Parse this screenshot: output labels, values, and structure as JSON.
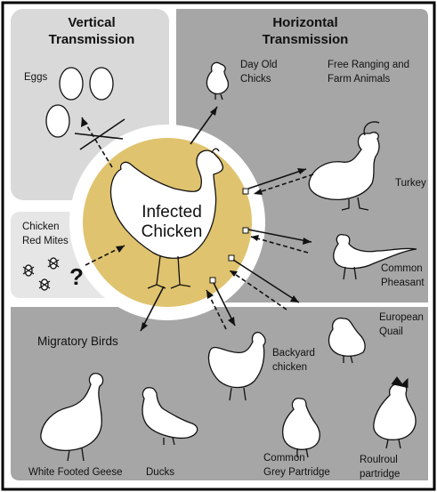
{
  "panels": {
    "vertical": {
      "title_line1": "Vertical",
      "title_line2": "Transmission"
    },
    "horizontal": {
      "title_line1": "Horizontal",
      "title_line2": "Transmission"
    }
  },
  "center": {
    "line1": "Infected",
    "line2": "Chicken"
  },
  "labels": {
    "eggs": "Eggs",
    "day_old_1": "Day Old",
    "day_old_2": "Chicks",
    "free_ranging_1": "Free Ranging and",
    "free_ranging_2": "Farm Animals",
    "mites_1": "Chicken",
    "mites_2": "Red Mites",
    "question": "?",
    "turkey": "Turkey",
    "pheasant_1": "Common",
    "pheasant_2": "Pheasant",
    "quail_1": "European",
    "quail_2": "Quail",
    "backyard_1": "Backyard",
    "backyard_2": "chicken",
    "migratory": "Migratory Birds",
    "geese": "White Footed Geese",
    "ducks": "Ducks",
    "grey_partridge_1": "Common",
    "grey_partridge_2": "Grey Partridge",
    "roulroul_1": "Roulroul",
    "roulroul_2": "partridge"
  },
  "colors": {
    "panel_vertical": "#d9d9d9",
    "panel_horizontal": "#a6a6a6",
    "panel_mites": "#e6e6e6",
    "panel_migratory": "#a6a6a6",
    "center_fill": "#e0c36e",
    "ring": "#ffffff",
    "frame": "#000000"
  }
}
